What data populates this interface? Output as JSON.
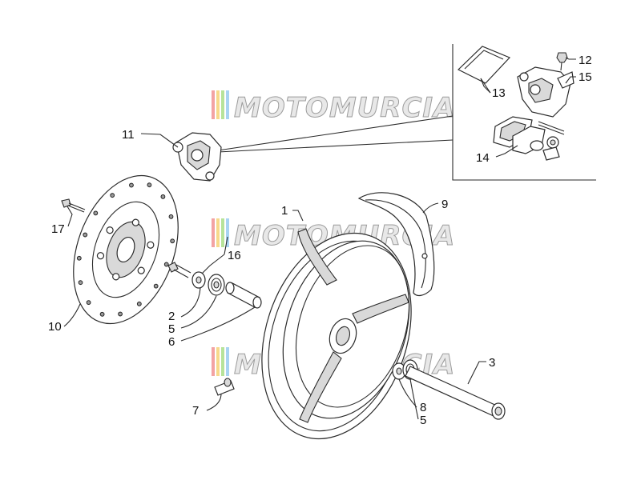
{
  "watermark": {
    "text": "MOTOMURCIA",
    "stripe_colors": [
      "#f3a3a3",
      "#f7d98b",
      "#b7e39a",
      "#a8d3f2"
    ]
  },
  "callouts": {
    "c1": "1",
    "c2": "2",
    "c3": "3",
    "c5a": "5",
    "c5b": "5",
    "c6": "6",
    "c7": "7",
    "c8": "8",
    "c9": "9",
    "c10": "10",
    "c11": "11",
    "c12": "12",
    "c13": "13",
    "c14": "14",
    "c15": "15",
    "c16": "16",
    "c17": "17"
  }
}
